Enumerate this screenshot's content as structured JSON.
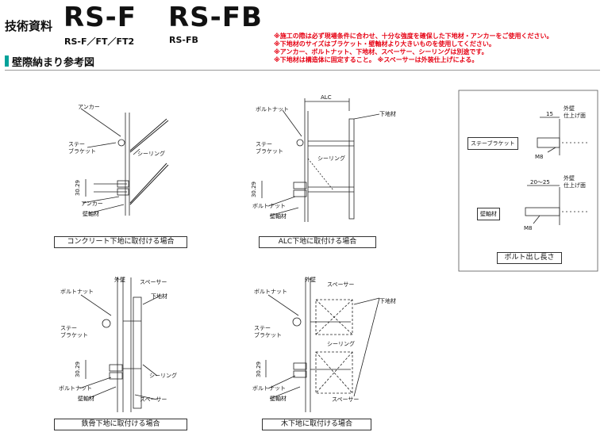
{
  "header": {
    "doc_label": "技術資料",
    "product_a": "RS-F",
    "product_a_sub": "RS-F／FT／FT2",
    "product_b": "RS-FB",
    "product_b_sub": "RS-FB",
    "notes": [
      "※施工の際は必ず現場条件に合わせ、十分な強度を確保した下地材・アンカーをご使用ください。",
      "※下地材のサイズはブラケット・壁軸材より大きいものを使用してください。",
      "※アンカー、ボルトナット、下地材、スペーサー、シーリングは別途です。",
      "※下地材は構造体に固定すること。 ※スペーサーは外装仕上げによる。"
    ],
    "note_color": "#e60012",
    "accent_color": "#00a29a"
  },
  "section_title": "壁際納まり参考図",
  "diagrams": {
    "concrete": {
      "caption": "コンクリート下地に取付ける場合",
      "labels": {
        "anchor_top": "アンカー",
        "stay1": "ステー",
        "stay2": "ブラケット",
        "sealing": "シーリング",
        "dim": "30.29",
        "anchor_bottom": "アンカー",
        "wall_axis": "壁軸材"
      }
    },
    "alc": {
      "caption": "ALC下地に取付ける場合",
      "labels": {
        "alc": "ALC",
        "bolt_nut": "ボルトナット",
        "base": "下地材",
        "stay1": "ステー",
        "stay2": "ブラケット",
        "sealing": "シーリング",
        "dim": "30.29",
        "bolt_nut_bottom": "ボルトナット",
        "wall_axis": "壁軸材"
      }
    },
    "steel": {
      "caption": "鉄骨下地に取付ける場合",
      "labels": {
        "outer_wall": "外壁",
        "spacer_top": "スペーサー",
        "bolt_nut": "ボルトナット",
        "base": "下地材",
        "stay1": "ステー",
        "stay2": "ブラケット",
        "sealing": "シーリング",
        "dim": "30.29",
        "bolt_nut_bottom": "ボルトナット",
        "wall_axis": "壁軸材",
        "spacer_bottom": "スペーサー"
      }
    },
    "wood": {
      "caption": "木下地に取付ける場合",
      "labels": {
        "outer_wall": "外壁",
        "spacer_top": "スペーサー",
        "bolt_nut": "ボルトナット",
        "base": "下地材",
        "stay1": "ステー",
        "stay2": "ブラケット",
        "sealing": "シーリング",
        "dim": "30.29",
        "bolt_nut_bottom": "ボルトナット",
        "wall_axis": "壁軸材",
        "spacer_bottom": "スペーサー"
      }
    },
    "bolt_length": {
      "caption": "ボルト出し長さ",
      "stay_bracket": "ステーブラケット",
      "stay_dim": "15",
      "outer_wall_1": "外壁",
      "finish_1": "仕上げ面",
      "m8_1": "M8",
      "wall_axis": "壁軸材",
      "axis_dim": "20～25",
      "outer_wall_2": "外壁",
      "finish_2": "仕上げ面",
      "m8_2": "M8"
    }
  }
}
